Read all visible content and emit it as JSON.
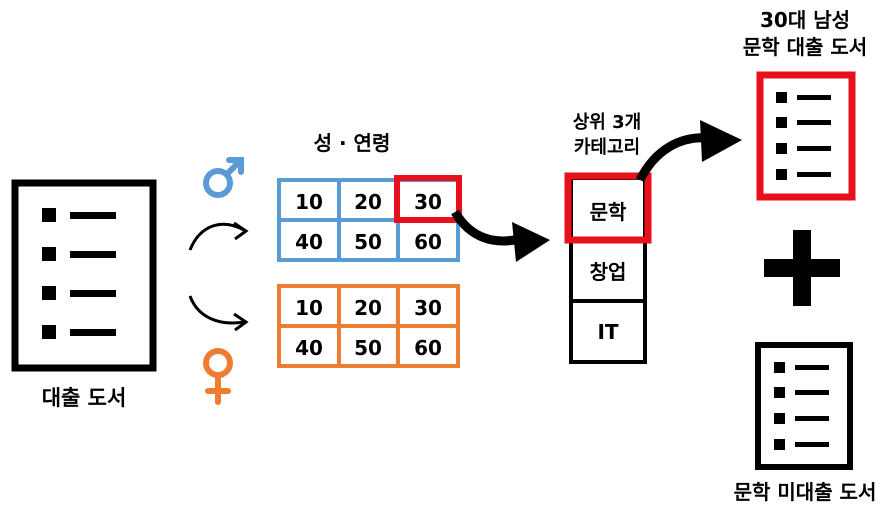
{
  "source_doc": {
    "label": "대출 도서"
  },
  "grid_title": "성 · 연령",
  "male_grid": {
    "symbol": "male-symbol-icon",
    "color": "#5b9bd5",
    "cells": [
      "10",
      "20",
      "30",
      "40",
      "50",
      "60"
    ],
    "highlighted": "30"
  },
  "female_grid": {
    "symbol": "female-symbol-icon",
    "color": "#ed7d31",
    "cells": [
      "10",
      "20",
      "30",
      "40",
      "50",
      "60"
    ]
  },
  "categories": {
    "title_line1": "상위 3개",
    "title_line2": "카테고리",
    "items": [
      "문학",
      "창업",
      "IT"
    ],
    "highlighted": "문학"
  },
  "result_top": {
    "title_line1": "30대 남성",
    "title_line2": "문학 대출 도서"
  },
  "result_bottom": {
    "label": "문학 미대출 도서"
  },
  "plus_symbol": "plus-icon",
  "colors": {
    "highlight": "#e8101a",
    "male": "#5b9bd5",
    "female": "#ed7d31",
    "ink": "#000000"
  }
}
